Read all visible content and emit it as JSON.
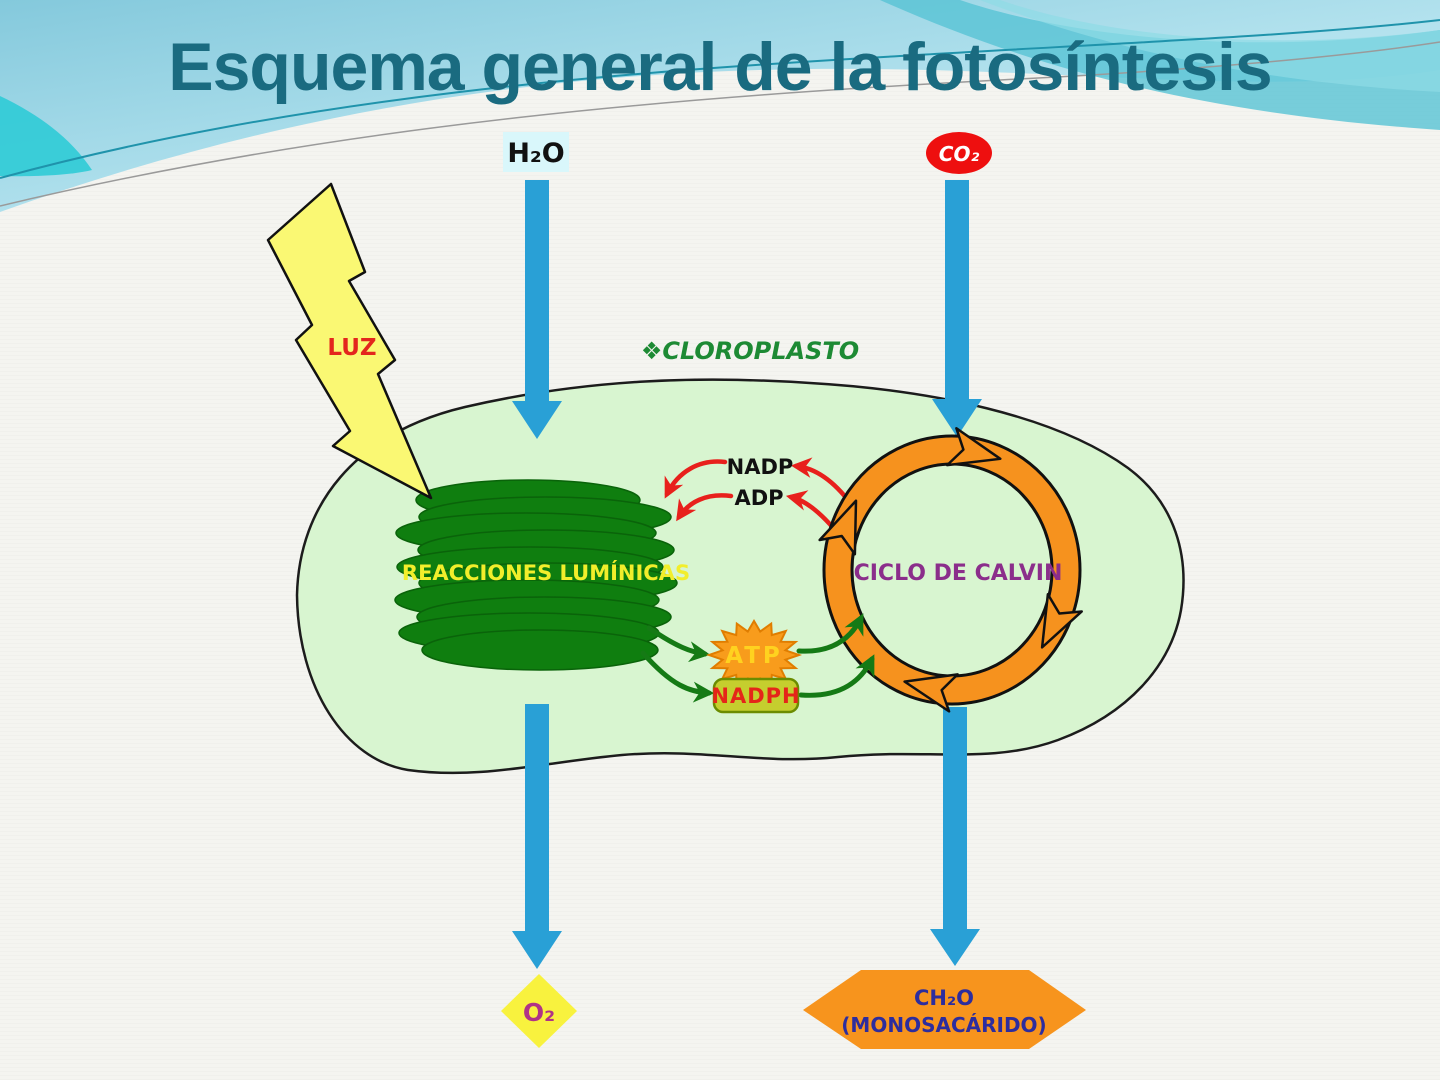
{
  "slide": {
    "title": "Esquema general de la fotosíntesis"
  },
  "labels": {
    "water": "H₂O",
    "co2": "CO₂",
    "light": "LUZ",
    "chloroplast": "❖CLOROPLASTO",
    "light_reactions": "REACCIONES LUMÍNICAS",
    "calvin_cycle": "CICLO DE CALVIN",
    "nadp": "NADP",
    "adp": "ADP",
    "atp": "ATP",
    "nadph": "NADPH",
    "oxygen": "O₂",
    "sugar_line1": "CH₂O",
    "sugar_line2": "(MONOSACÁRIDO)"
  },
  "colors": {
    "title_teal": "#1a6b80",
    "arrow_blue": "#29a0d6",
    "chloroplast_fill": "#d8f5d0",
    "chloroplast_outline": "#1c1c1c",
    "thylakoid_green": "#0f7e0f",
    "ring_orange": "#f6921e",
    "red_arrow": "#e8201c",
    "green_arrow": "#157a15",
    "co2_badge_red": "#ee0f0f",
    "water_badge_bg": "#d9f7fb",
    "lightning_yellow": "#faf873",
    "atp_star_orange": "#f89c1c",
    "nadph_box_green": "#c5ce2e",
    "o2_diamond_yellow": "#f8f23e",
    "hexagon_orange": "#f7941d",
    "sugar_text_navy": "#2d2d9e",
    "o2_text_magenta": "#b03387"
  }
}
